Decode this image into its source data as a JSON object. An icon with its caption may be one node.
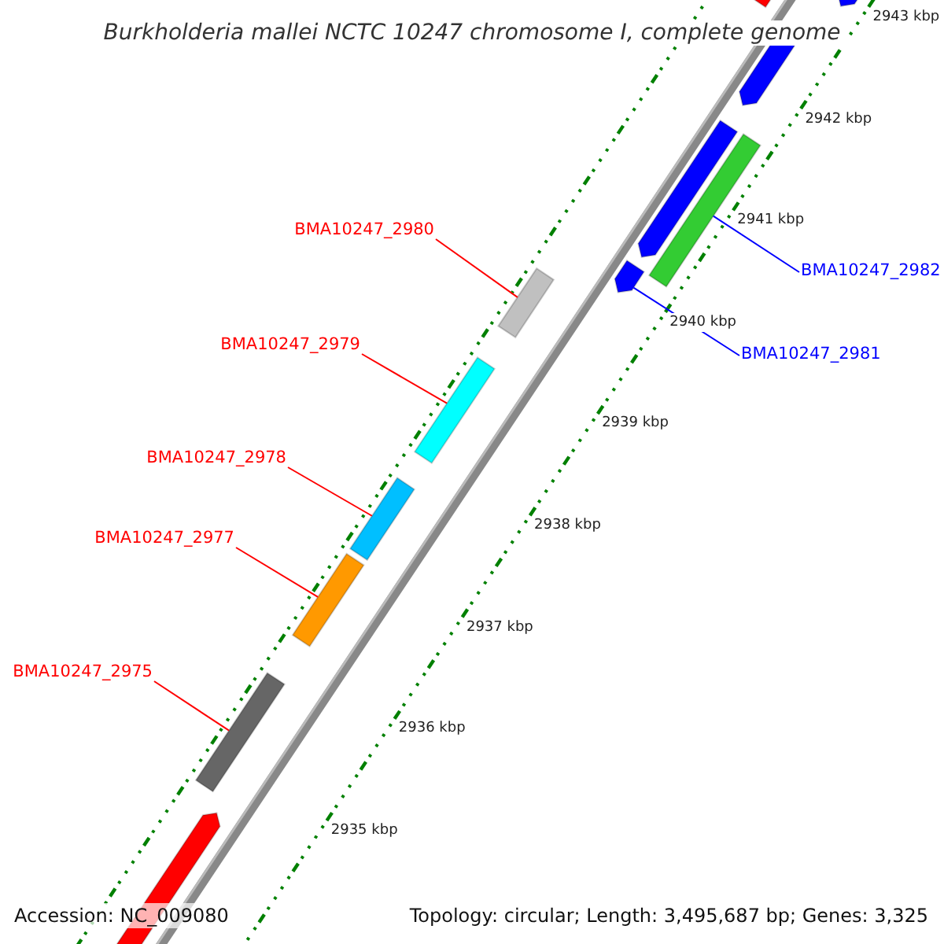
{
  "diagram": {
    "title": "Burkholderia mallei NCTC 10247 chromosome I, complete genome",
    "nodes": [
      {
        "text": [
          "BMA10247_2980"
        ]
      },
      {
        "text": [
          "BMA10247_2979"
        ]
      },
      {
        "text": [
          "BMA10247_2978"
        ]
      },
      {
        "text": [
          "BMA10247_2977"
        ]
      },
      {
        "text": [
          "BMA10247_2975"
        ]
      },
      {
        "text": [
          "BMA10247_2982"
        ]
      },
      {
        "text": [
          "BMA10247_2981"
        ]
      },
      {
        "text": [],
        "shape": "bar"
      },
      {
        "text": [],
        "shape": "bar"
      },
      {
        "text": [],
        "shape": "bar"
      },
      {
        "text": [],
        "shape": "bar"
      },
      {
        "text": [],
        "shape": "bar"
      },
      {
        "text": [],
        "shape": "bar"
      },
      {
        "text": [],
        "shape": "bar"
      }
    ],
    "edges": [
      {
        "from": 0,
        "to": 7,
        "arrow": "none"
      },
      {
        "from": 1,
        "to": 8,
        "arrow": "none"
      },
      {
        "from": 2,
        "to": 9,
        "arrow": "none"
      },
      {
        "from": 3,
        "to": 10,
        "arrow": "none"
      },
      {
        "from": 4,
        "to": 11,
        "arrow": "none"
      },
      {
        "from": 5,
        "to": 12,
        "arrow": "none",
        "color": "#0000ff"
      },
      {
        "from": 6,
        "to": 13,
        "arrow": "none",
        "color": "#0000ff"
      }
    ],
    "labels": [
      "2943 kbp",
      "2942 kbp",
      "2941 kbp",
      "2940 kbp",
      "2939 kbp",
      "2938 kbp",
      "2937 kbp",
      "2936 kbp",
      "2935 kbp",
      "Accession: NC_009080",
      "Topology: circular; Length: 3,495,687 bp; Genes: 3,325"
    ]
  }
}
